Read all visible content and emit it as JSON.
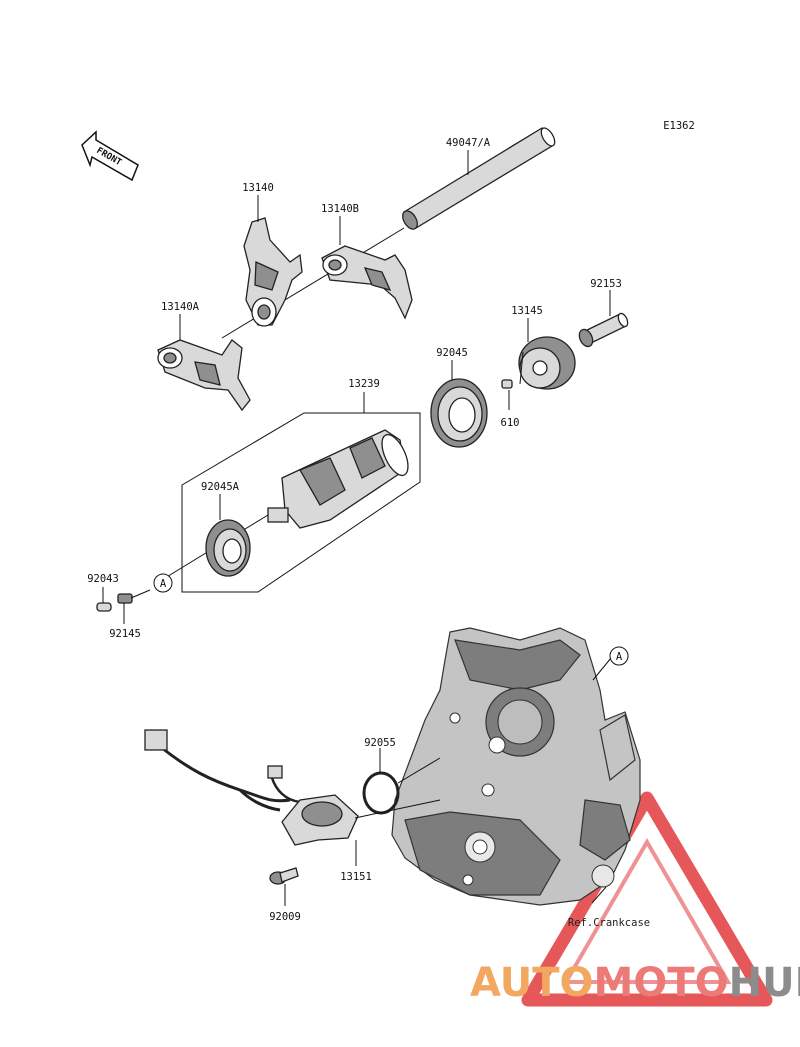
{
  "diagram": {
    "code": "E1362",
    "front_label": "FRONT",
    "ref_label": "Ref.Crankcase",
    "callout": "A",
    "parts": {
      "p49047": "49047/A",
      "p13140": "13140",
      "p13140B": "13140B",
      "p13140A": "13140A",
      "p92153": "92153",
      "p13145": "13145",
      "p92045": "92045",
      "p610": "610",
      "p13239": "13239",
      "p92045A": "92045A",
      "p92043": "92043",
      "p92145": "92145",
      "p92055": "92055",
      "p13151": "13151",
      "p92009": "92009"
    }
  },
  "watermark": {
    "auto": "AUTO",
    "moto": "MOTO",
    "hub": "HUB",
    "colors": {
      "auto": "#f2a860",
      "moto": "#ec7b78",
      "hub": "#8c8c8c",
      "triangle": "#e0393b"
    }
  }
}
